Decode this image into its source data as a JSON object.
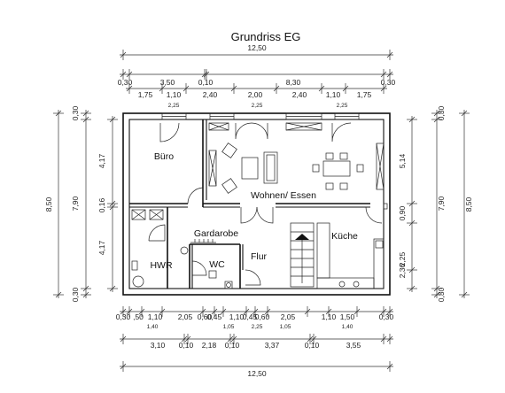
{
  "title": "Grundriss   EG",
  "rooms": {
    "buero": "Büro",
    "wohnen": "Wohnen/ Essen",
    "kueche": "Küche",
    "gardarobe": "Gardarobe",
    "flur": "Flur",
    "wc": "WC",
    "hwr": "HWR"
  },
  "dims": {
    "top_total": "12,50",
    "top_row1": [
      "0,30",
      "3,50",
      "0,10",
      "8,30",
      "0,30"
    ],
    "top_row2": [
      "1,75",
      "1,10",
      "2,40",
      "2,00",
      "2,40",
      "1,10",
      "1,75"
    ],
    "top_windows": [
      "2,25",
      "2,25",
      "2,25"
    ],
    "left_outer": "8,50",
    "left_mid": [
      "0,30",
      "7,90",
      "0,30"
    ],
    "left_inner": [
      "4,17",
      "0,16",
      "4,17"
    ],
    "right_inner": [
      "5,14",
      "0,90",
      "2,25",
      "2,36"
    ],
    "right_mid": [
      "0,30",
      "7,90",
      "0,30"
    ],
    "right_outer": "8,50",
    "bottom_row1": [
      "0,30",
      ",50",
      "1,10",
      "2,05",
      "0,60",
      "0,45",
      "1,10",
      "0,45",
      "0,60",
      "2,05",
      "1,10",
      "1,50",
      "0,30"
    ],
    "bottom_row1_small": [
      "1,40",
      "1,05",
      "2,25",
      "1,05",
      "1,40"
    ],
    "bottom_row2": [
      "3,10",
      "0,10",
      "2,18",
      "0,10",
      "3,37",
      "0,10",
      "3,55"
    ],
    "bottom_total": "12,50"
  }
}
